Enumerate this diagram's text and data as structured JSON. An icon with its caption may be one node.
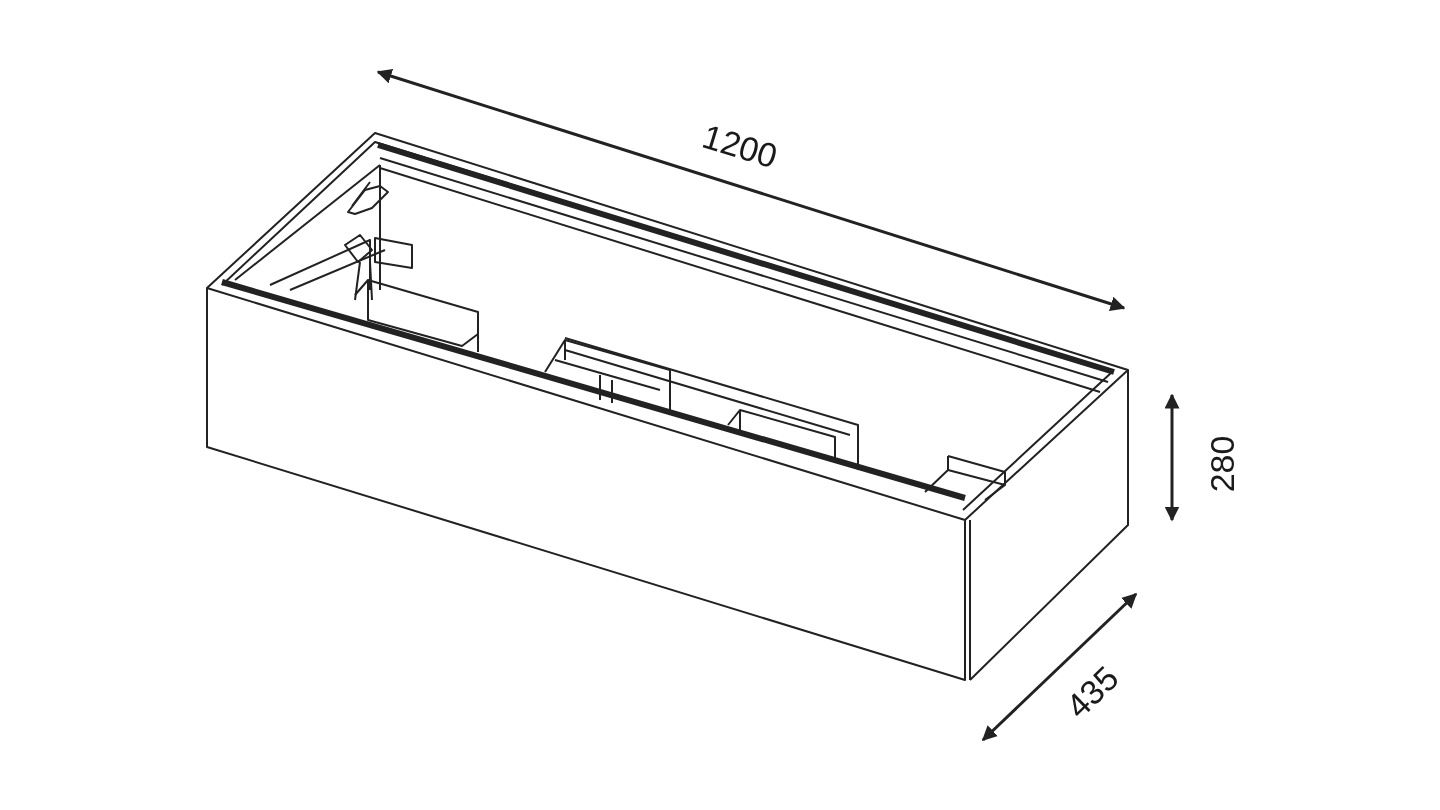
{
  "diagram": {
    "labels": [
      "1200",
      "280",
      "435"
    ]
  }
}
